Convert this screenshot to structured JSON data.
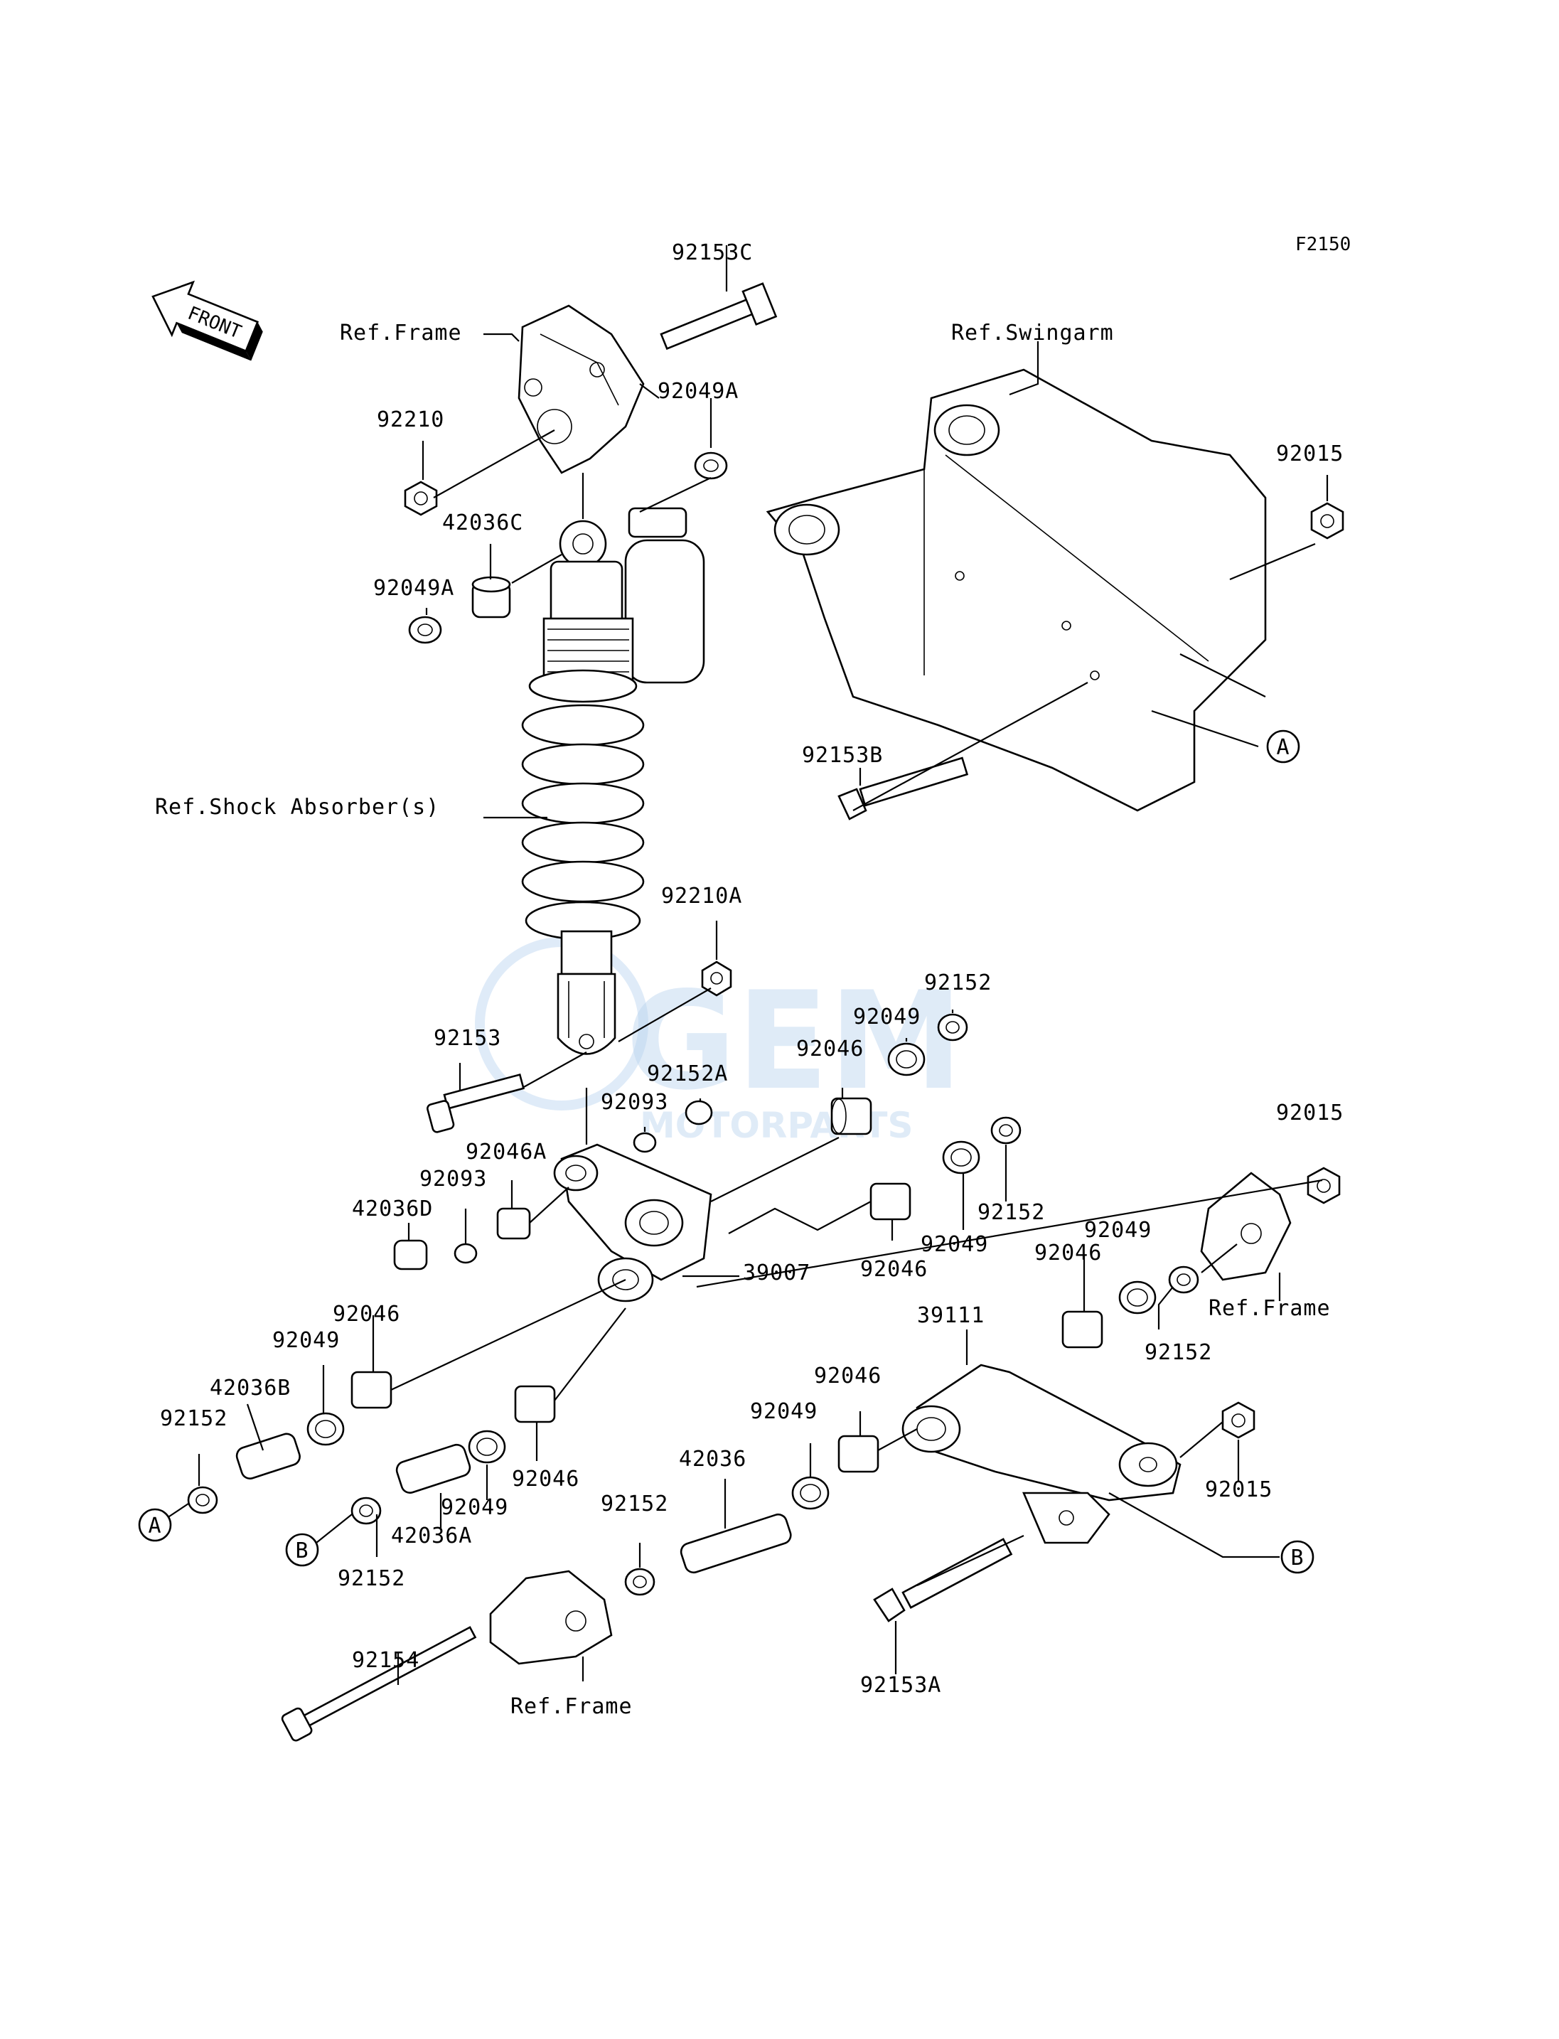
{
  "diagram_code": "F2150",
  "front_arrow_label": "FRONT",
  "watermark": {
    "main": "GEM",
    "sub": "MOTORPARTS"
  },
  "callouts": {
    "ref_frame_top": "Ref.Frame",
    "ref_swingarm": "Ref.Swingarm",
    "ref_shock": "Ref.Shock Absorber(s)",
    "ref_frame_right": "Ref.Frame",
    "ref_frame_bottom": "Ref.Frame",
    "p92153C": "92153C",
    "p92049A_top": "92049A",
    "p92210": "92210",
    "p42036C": "42036C",
    "p92049A_left": "92049A",
    "p92015_top": "92015",
    "p92153B": "92153B",
    "p92210A": "92210A",
    "p92152_a": "92152",
    "p92049_a": "92049",
    "p92153": "92153",
    "p92152A": "92152A",
    "p92046_a": "92046",
    "p92093_a": "92093",
    "p92046A": "92046A",
    "p92093_b": "92093",
    "p92015_right": "92015",
    "p42036D": "42036D",
    "p92152_b": "92152",
    "p92049_b": "92049",
    "p92049_c": "92049",
    "p92046_b": "92046",
    "p39007": "39007",
    "p92046_c": "92046",
    "p92046_d": "92046",
    "p92049_d": "92049",
    "p39111": "39111",
    "p92152_c": "92152",
    "p42036B": "42036B",
    "p92152_d": "92152",
    "p92046_e": "92046",
    "p92049_e": "92049",
    "p92046_f": "92046",
    "p92015_bottom": "92015",
    "p42036": "42036",
    "p92152_e": "92152",
    "p92049_f": "92049",
    "p42036A": "42036A",
    "p92152_f": "92152",
    "p92154": "92154",
    "p92153A": "92153A"
  },
  "ref_markers": {
    "a_right": "A",
    "b_right": "B",
    "a_left": "A",
    "b_left": "B"
  }
}
